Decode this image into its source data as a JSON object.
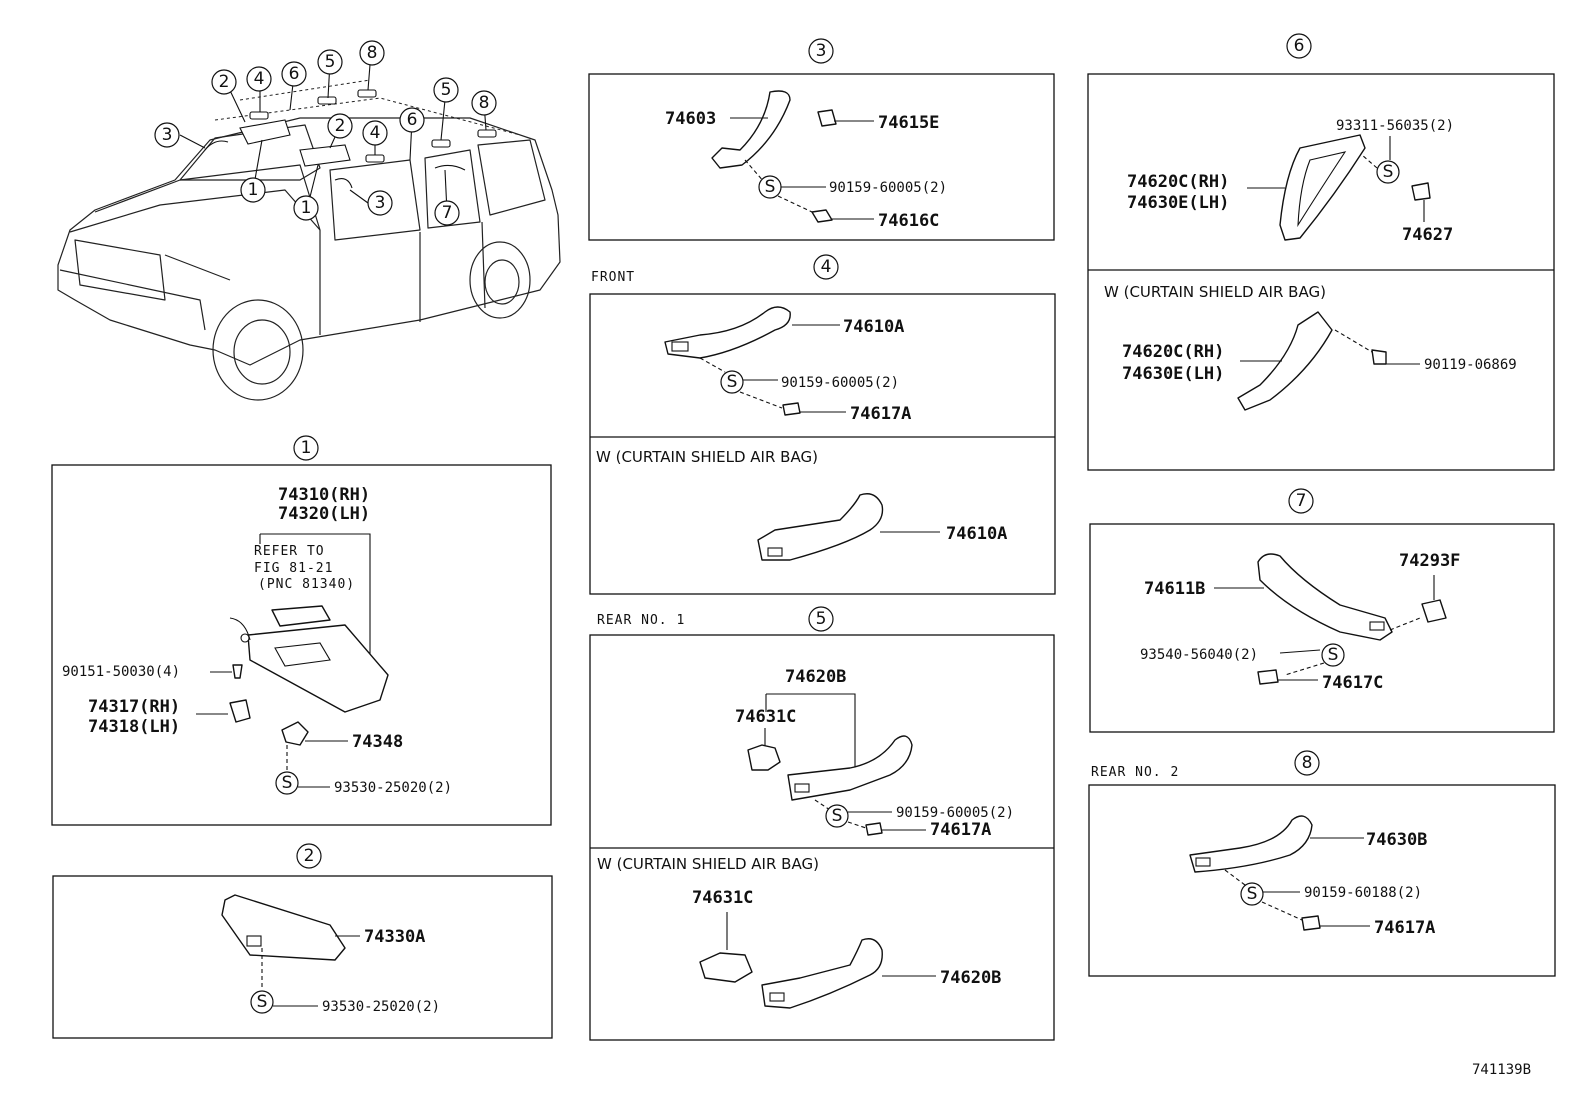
{
  "figure_code": "741139B",
  "section_labels": {
    "front": "FRONT",
    "rear_no1": "REAR  NO. 1",
    "rear_no2": "REAR  NO. 2",
    "curtain": "W (CURTAIN SHIELD AIR BAG)"
  },
  "callout_numbers": [
    "1",
    "2",
    "3",
    "4",
    "5",
    "6",
    "7",
    "8"
  ],
  "screw_symbol": "S",
  "panel1": {
    "visor_rh": "74310(RH)",
    "visor_lh": "74320(LH)",
    "refer1": "REFER TO",
    "refer2": "FIG 81-21",
    "refer3": "(PNC 81340)",
    "screw": "90151-50030(4)",
    "bracket_rh": "74317(RH)",
    "bracket_lh": "74318(LH)",
    "holder": "74348",
    "holder_screw": "93530-25020(2)"
  },
  "panel2": {
    "visor": "74330A",
    "screw": "93530-25020(2)"
  },
  "panel3": {
    "grip": "74603",
    "cap": "74615E",
    "screw": "90159-60005(2)",
    "clip": "74616C"
  },
  "panel4": {
    "grip": "74610A",
    "screw": "90159-60005(2)",
    "clip": "74617A",
    "curtain_grip": "74610A"
  },
  "panel5": {
    "grip": "74620B",
    "cover": "74631C",
    "screw": "90159-60005(2)",
    "clip": "74617A",
    "curtain_cover": "74631C",
    "curtain_grip": "74620B"
  },
  "panel6": {
    "screw": "93311-56035(2)",
    "grip_rh": "74620C(RH)",
    "grip_lh": "74630E(LH)",
    "cap": "74627",
    "curtain_grip_rh": "74620C(RH)",
    "curtain_grip_lh": "74630E(LH)",
    "curtain_bolt": "90119-06869"
  },
  "panel7": {
    "grip": "74611B",
    "hook": "74293F",
    "screw": "93540-56040(2)",
    "clip": "74617C"
  },
  "panel8": {
    "grip": "74630B",
    "screw": "90159-60188(2)",
    "clip": "74617A"
  }
}
